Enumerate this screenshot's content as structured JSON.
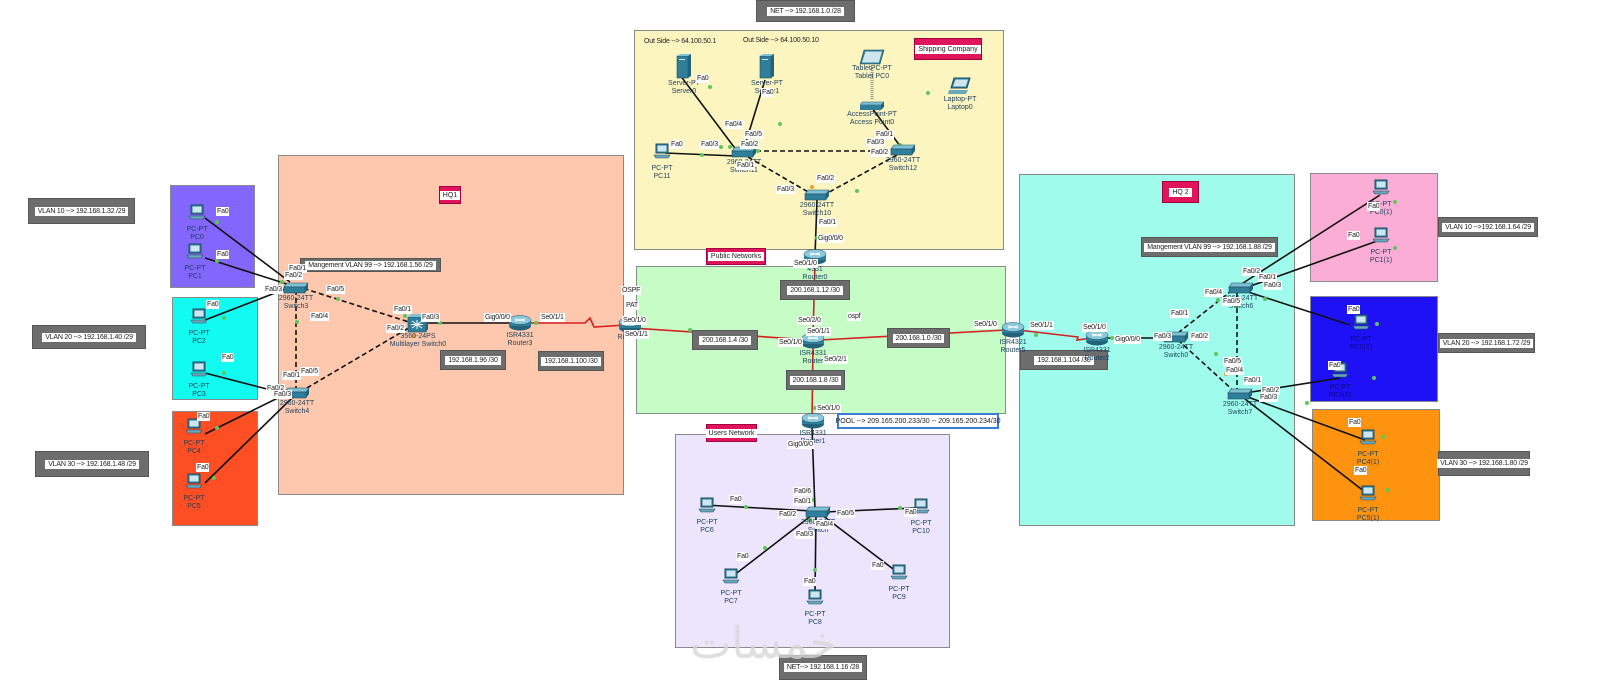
{
  "diagram": {
    "zones": {
      "shipping": {
        "label": "Shipping Company",
        "color": "#fdf5c0"
      },
      "hq1": {
        "label": "HQ1",
        "color": "#fec8ae"
      },
      "public": {
        "label": "Public Networks",
        "color": "#c6fcc6"
      },
      "users": {
        "label": "Users Network",
        "color": "#ede5fb"
      },
      "hq2": {
        "label": "HQ 2",
        "color": "#9ffced"
      },
      "vlan10_left": {
        "color": "#8366fb"
      },
      "vlan20_left": {
        "color": "#12fbf0"
      },
      "vlan30_left": {
        "color": "#fe4f24"
      },
      "vlan10_right": {
        "color": "#fbadd6"
      },
      "vlan20_right": {
        "color": "#1f11f5"
      },
      "vlan30_right": {
        "color": "#fe9310"
      }
    },
    "notes": {
      "net_shipping": "NET --> 192.168.1.0 /28",
      "net_users": "NET--> 192.168.1.16 /28",
      "vlan10_left": "VLAN 10 --> 192.168.1.32 /29",
      "vlan20_left": "VLAN 20 --> 192.168.1.40 /29",
      "vlan30_left": "VLAN 30 --> 192.168.1.48 /29",
      "mgmt_hq1": "Mangement VLAN 99 --> 192.168.1.56 /29",
      "net_hq1_a": "192.168.1.96 /30",
      "net_hq1_b": "192.168.1.100 /30",
      "pub_a": "200.168.1.12 /30",
      "pub_b": "200.168.1.4 /30",
      "pub_c": "200.168.1.0 /30",
      "pub_d": "200.168.1.8 /30",
      "pool": "POOL --> 209.165.200.233/30 -- 209.165.200.234/30",
      "net_hq2": "192.168.1.104 /30",
      "mgmt_hq2": "Mangement VLAN 99 --> 192.168.1.88 /29",
      "vlan10_right": "VLAN 10 -->192.168.1.64 /29",
      "vlan20_right": "VLAN 20 --> 192.168.1.72 /29",
      "vlan30_right": "VLAN 30 --> 192.168.1.80 /29",
      "outside1": "Out Side --> 64.100.50.1",
      "outside2": "Out Side --> 64.100.50.10",
      "ospf_router4": "OSPF",
      "pat_router4": "PAT",
      "ospf_core": "ospf"
    },
    "devices": {
      "pc0": {
        "type": "PC-PT",
        "name": "PC0"
      },
      "pc1": {
        "type": "PC-PT",
        "name": "PC1"
      },
      "pc2": {
        "type": "PC-PT",
        "name": "PC2"
      },
      "pc3": {
        "type": "PC-PT",
        "name": "PC3"
      },
      "pc4": {
        "type": "PC-PT",
        "name": "PC4"
      },
      "pc5": {
        "type": "PC-PT",
        "name": "PC5"
      },
      "switch3": {
        "type": "2960-24TT",
        "name": "Switch3"
      },
      "switch4": {
        "type": "2960-24TT",
        "name": "Switch4"
      },
      "mls0": {
        "type": "3560-24PS",
        "name": "Multilayer Switch0"
      },
      "router3": {
        "type": "ISR4331",
        "name": "Router3"
      },
      "router4": {
        "type": "",
        "name": "Router4"
      },
      "server0": {
        "type": "Server-PT",
        "name": "Server0"
      },
      "server1": {
        "type": "Server-PT",
        "name": "Server1"
      },
      "tablet0": {
        "type": "TabletPC-PT",
        "name": "Tablet PC0"
      },
      "ap0": {
        "type": "AccessPoint-PT",
        "name": "Access Point0"
      },
      "laptop0": {
        "type": "Laptop-PT",
        "name": "Laptop0"
      },
      "pc11": {
        "type": "PC-PT",
        "name": "PC11"
      },
      "switch11": {
        "type": "2960-24TT",
        "name": "Switch11"
      },
      "switch12": {
        "type": "2960-24TT",
        "name": "Switch12"
      },
      "switch10": {
        "type": "2960-24TT",
        "name": "Switch10"
      },
      "router0": {
        "type": "4331",
        "name": "Router0"
      },
      "coreRouter": {
        "type": "ISR4331",
        "name": "Router"
      },
      "router1": {
        "type": "ISR4331",
        "name": "Router1"
      },
      "usersSwitch": {
        "type": "2960-24TT",
        "name": "Switch"
      },
      "pc6": {
        "type": "PC-PT",
        "name": "PC6"
      },
      "pc7": {
        "type": "PC-PT",
        "name": "PC7"
      },
      "pc8": {
        "type": "PC-PT",
        "name": "PC8"
      },
      "pc9": {
        "type": "PC-PT",
        "name": "PC9"
      },
      "pc10": {
        "type": "PC-PT",
        "name": "PC10"
      },
      "router5": {
        "type": "ISR4321",
        "name": "Router5"
      },
      "router2": {
        "type": "ISR4331",
        "name": "Router2"
      },
      "switch0": {
        "type": "2960-24TT",
        "name": "Switch0"
      },
      "switch6": {
        "type": "2960-24TT",
        "name": "Switch6"
      },
      "switch7": {
        "type": "2960-24TT",
        "name": "Switch7"
      },
      "pc0_1": {
        "type": "PC-PT",
        "name": "PC0(1)"
      },
      "pc1_1": {
        "type": "PC-PT",
        "name": "PC1(1)"
      },
      "pc2_1": {
        "type": "PC-PT",
        "name": "PC2(1)"
      },
      "pc3_1": {
        "type": "PC-PT",
        "name": "PC3(1)"
      },
      "pc4_1": {
        "type": "PC-PT",
        "name": "PC4(1)"
      },
      "pc5_1": {
        "type": "PC-PT",
        "name": "PC5(1)"
      }
    },
    "ports": {
      "fa0": "Fa0",
      "fa01": "Fa0/1",
      "fa02": "Fa0/2",
      "fa03": "Fa0/3",
      "fa04": "Fa0/4",
      "fa05": "Fa0/5",
      "fa06": "Fa0/6",
      "gig000": "Gig0/0/0",
      "se010": "Se0/1/0",
      "se011": "Se0/1/1",
      "se020": "Se0/2/0",
      "se021": "Se0/2/1"
    },
    "colors": {
      "serial_link": "#d42020",
      "copper_link": "#111111",
      "port_up": "#5cc85c",
      "port_amber": "#f0a030",
      "device": "#2f7f9b"
    },
    "watermark": "خمسات"
  }
}
